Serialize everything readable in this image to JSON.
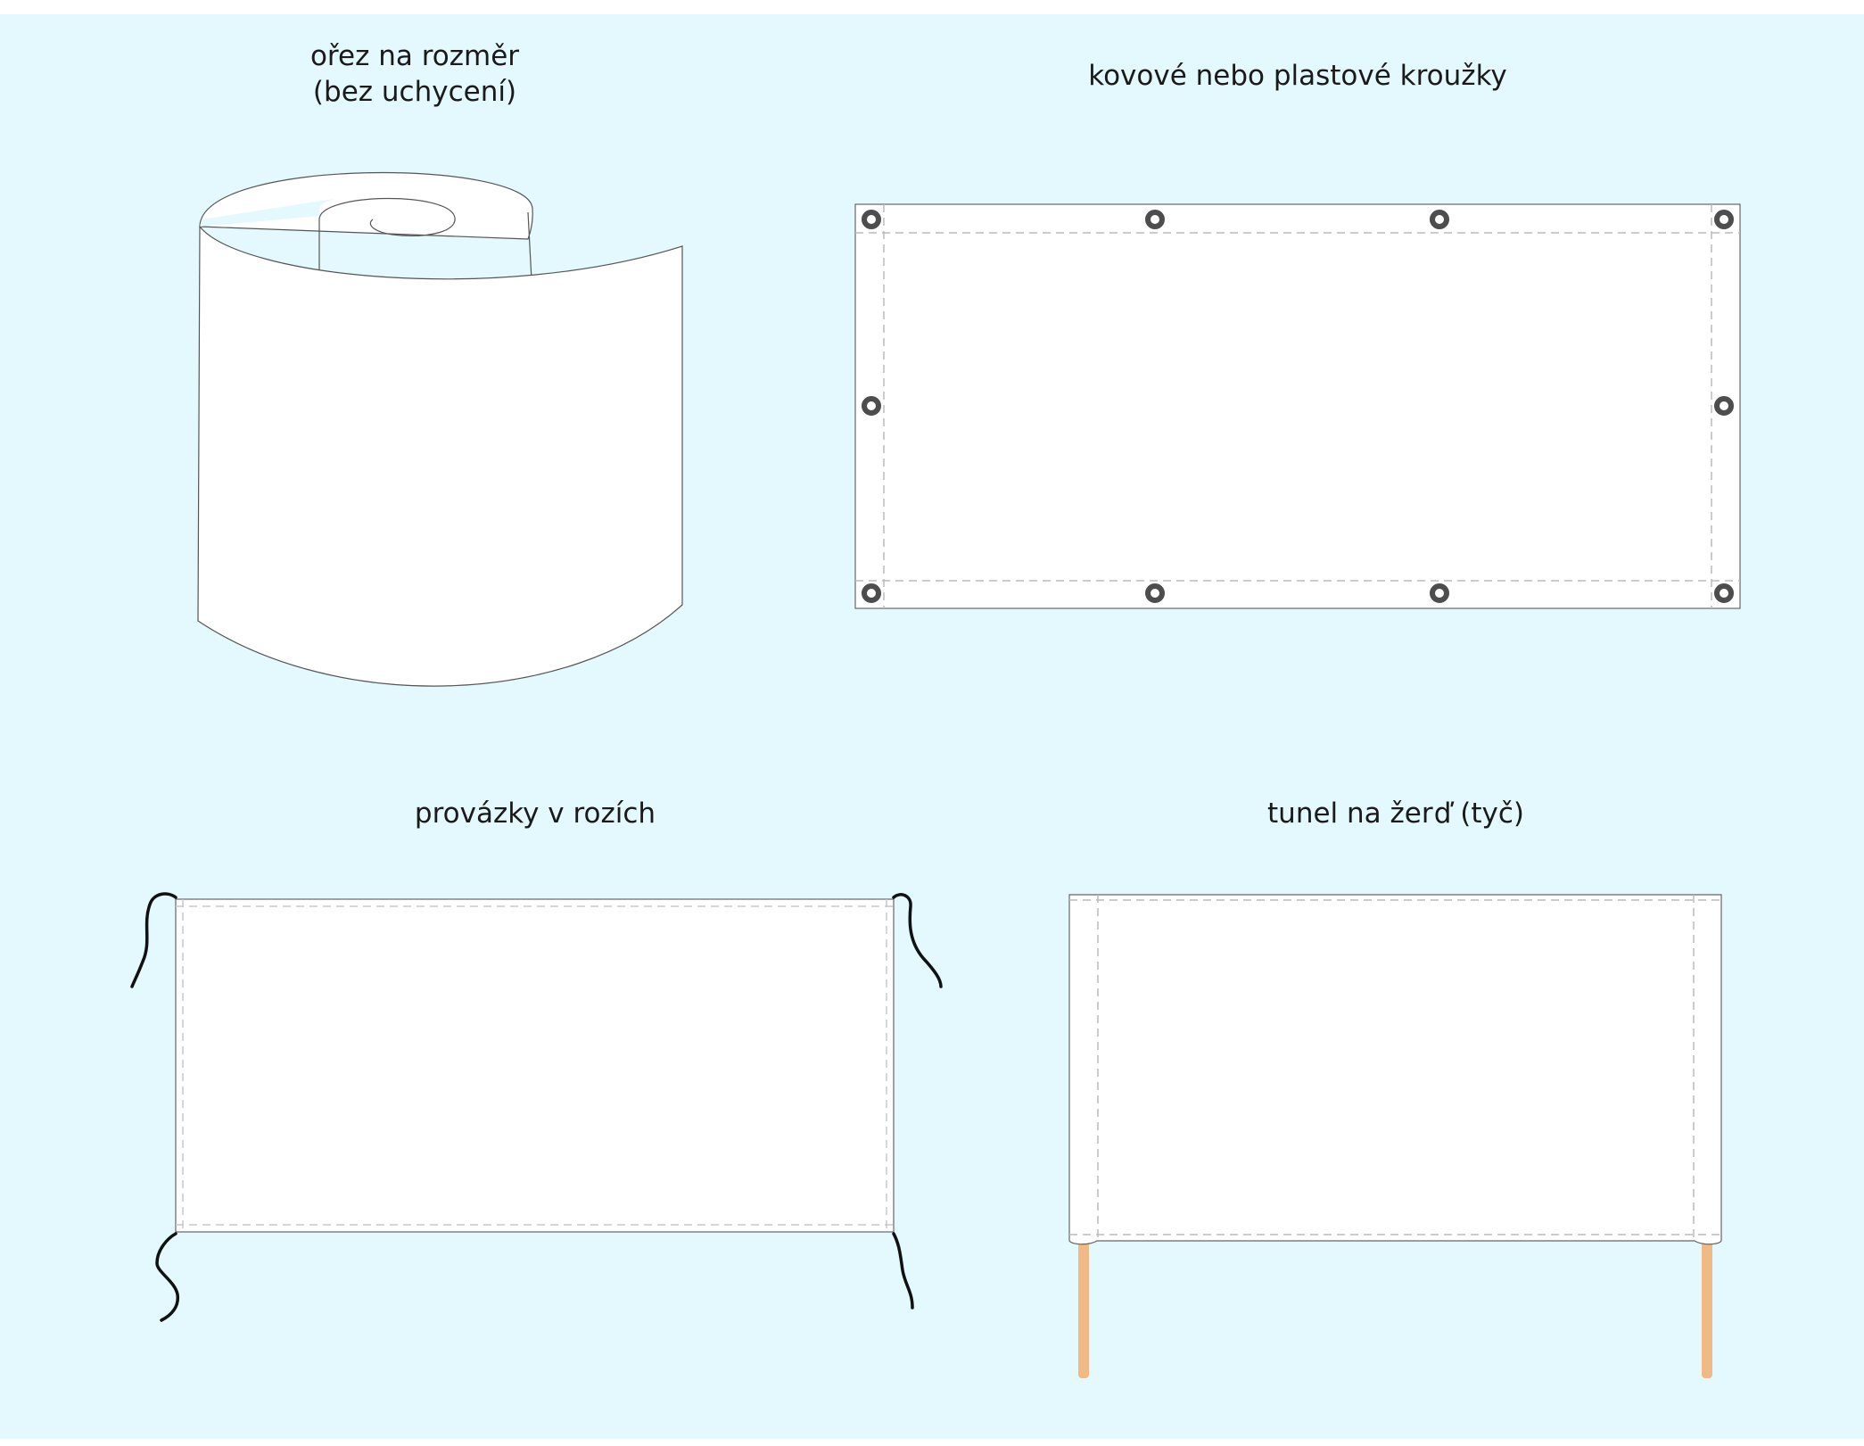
{
  "panels": {
    "roll": {
      "title_line1": "ořez na rozměr",
      "title_line2": "(bez uchycení)"
    },
    "grommets": {
      "title": "kovové nebo plastové kroužky"
    },
    "strings": {
      "title": "provázky v rozích"
    },
    "tunnel": {
      "title": "tunel na žerď (tyč)"
    }
  },
  "colors": {
    "background": "#e3f9fd",
    "banner_fill": "#ffffff",
    "outline": "#555555",
    "seam": "#bbbbbb",
    "grommet": "#4d4d4d",
    "string": "#111111",
    "pole": "#f0b985"
  }
}
